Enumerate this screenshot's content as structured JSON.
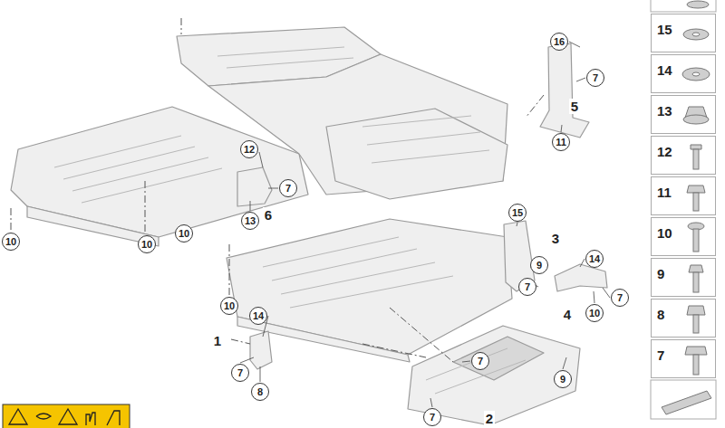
{
  "diagram": {
    "nodes": [
      {
        "text": [
          "15"
        ]
      },
      {
        "text": [
          "14"
        ]
      },
      {
        "text": [
          "13"
        ]
      },
      {
        "text": [
          "12"
        ]
      },
      {
        "text": [
          "11"
        ]
      },
      {
        "text": [
          "10"
        ]
      },
      {
        "text": [
          "9"
        ]
      },
      {
        "text": [
          "8"
        ]
      },
      {
        "text": [
          "7"
        ]
      }
    ],
    "labels": [
      "16",
      "7",
      "5",
      "11",
      "12",
      "7",
      "15",
      "6",
      "13",
      "10",
      "3",
      "10",
      "10",
      "14",
      "9",
      "7",
      "7",
      "10",
      "4",
      "10",
      "14",
      "1",
      "7",
      "7",
      "9",
      "8",
      "7",
      "2"
    ]
  }
}
